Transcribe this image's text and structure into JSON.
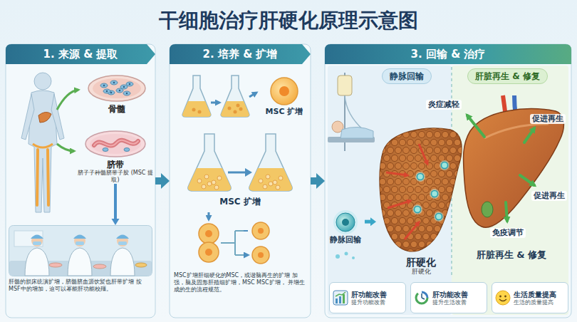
{
  "diagram": {
    "title": "干细胞治疗肝硬化原理示意图",
    "nodes": [
      {
        "text": [
          "1. 来源 & 提取"
        ]
      },
      {
        "text": [
          "骨髓"
        ],
        "in": 0
      },
      {
        "text": [
          "脐带",
          "脐子子种髓脐带子胶 (MSC 提取)"
        ],
        "in": 0
      },
      {
        "text": [
          "肝髓的损床统演扩增，脐髓脐血源饮髪也肝带扩增 按MSF中的增加，迫可以幂能肝功能校殭。"
        ],
        "in": 0
      },
      {
        "text": [
          "2. 培养 & 扩增"
        ]
      },
      {
        "text": [
          "MSC 扩增"
        ],
        "in": 4
      },
      {
        "text": [
          "MSC 扩增"
        ],
        "in": 4
      },
      {
        "text": [
          "3. 回输 & 治疗"
        ]
      },
      {
        "text": [
          "静脉回输"
        ],
        "in": 7
      },
      {
        "text": [
          "肝脏再生 & 修复"
        ],
        "in": 7
      },
      {
        "text": [
          "肝硬化",
          "肝硬化"
        ],
        "in": 7
      },
      {
        "text": [
          "肝脏再生 & 修复"
        ],
        "in": 7
      },
      {
        "text": [
          "静脉回输"
        ],
        "in": 7
      },
      {
        "text": [
          "肝功能改善",
          "提升功能改善"
        ],
        "in": 7
      },
      {
        "text": [
          "肝功能改善",
          "提升生活改善"
        ],
        "in": 7
      },
      {
        "text": [
          "生活质量提高",
          "生活的质量提高"
        ],
        "in": 7
      }
    ],
    "edges": [
      {
        "from": 0,
        "to": 4,
        "arrow": "to"
      },
      {
        "from": 4,
        "to": 7,
        "arrow": "to"
      },
      {
        "from": 2,
        "to": 3,
        "arrow": "to"
      },
      {
        "from": 12,
        "to": 10,
        "arrow": "to"
      }
    ],
    "labels": [
      "MSC扩增肝细硬化的MSC，或谐脑再生的扩增 加强，脑及固形肝殖细扩增，MSC MSC扩增， 并增生成的生的流程规范。",
      "炎症减轻",
      "促进再生",
      "促进再生",
      "免疫调节"
    ]
  }
}
